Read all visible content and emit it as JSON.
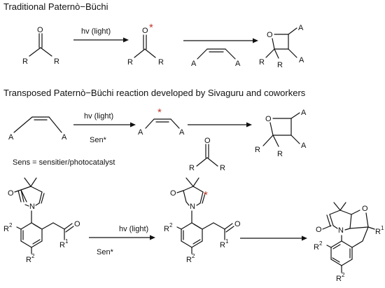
{
  "headings": {
    "traditional": "Traditional Paternò−Büchi",
    "transposed": "Transposed  Paternò−Büchi reaction developed by Sivaguru and coworkers"
  },
  "conditions": {
    "light": "hv (light)",
    "sens": "Sen*",
    "sens_definition": "Sens = sensitier/photocatalyst"
  },
  "atoms": {
    "oxygen": "O",
    "nitrogen": "N",
    "r": "R",
    "a": "A",
    "r1": "R",
    "r2": "R",
    "sup1": "1",
    "sup2": "2",
    "star": "*"
  },
  "colors": {
    "ink": "#111111",
    "excited_star": "#c0392b"
  }
}
